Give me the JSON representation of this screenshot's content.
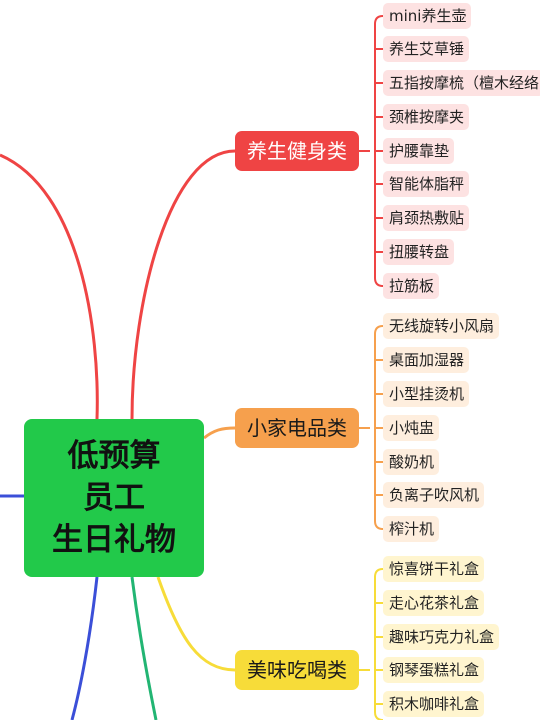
{
  "center": {
    "lines": [
      "低预算",
      "员工",
      "生日礼物"
    ],
    "color": "#22c94a"
  },
  "branches": {
    "health": {
      "label": "养生健身类",
      "color": "#ef4444",
      "items": [
        "mini养生壶",
        "养生艾草锤",
        "五指按摩梳（檀木经络",
        "颈椎按摩夹",
        "护腰靠垫",
        "智能体脂秤",
        "肩颈热敷贴",
        "扭腰转盘",
        "拉筋板"
      ]
    },
    "appliance": {
      "label": "小家电品类",
      "color": "#f6a04d",
      "items": [
        "无线旋转小风扇",
        "桌面加湿器",
        "小型挂烫机",
        "小炖盅",
        "酸奶机",
        "负离子吹风机",
        "榨汁机"
      ]
    },
    "food": {
      "label": "美味吃喝类",
      "color": "#f7dc39",
      "items": [
        "惊喜饼干礼盒",
        "走心花茶礼盒",
        "趣味巧克力礼盒",
        "钢琴蛋糕礼盒",
        "积木咖啡礼盒"
      ]
    }
  },
  "offscreen_edge_colors": {
    "red": "#ef4444",
    "blue": "#3b4fd8",
    "green": "#22b573"
  }
}
